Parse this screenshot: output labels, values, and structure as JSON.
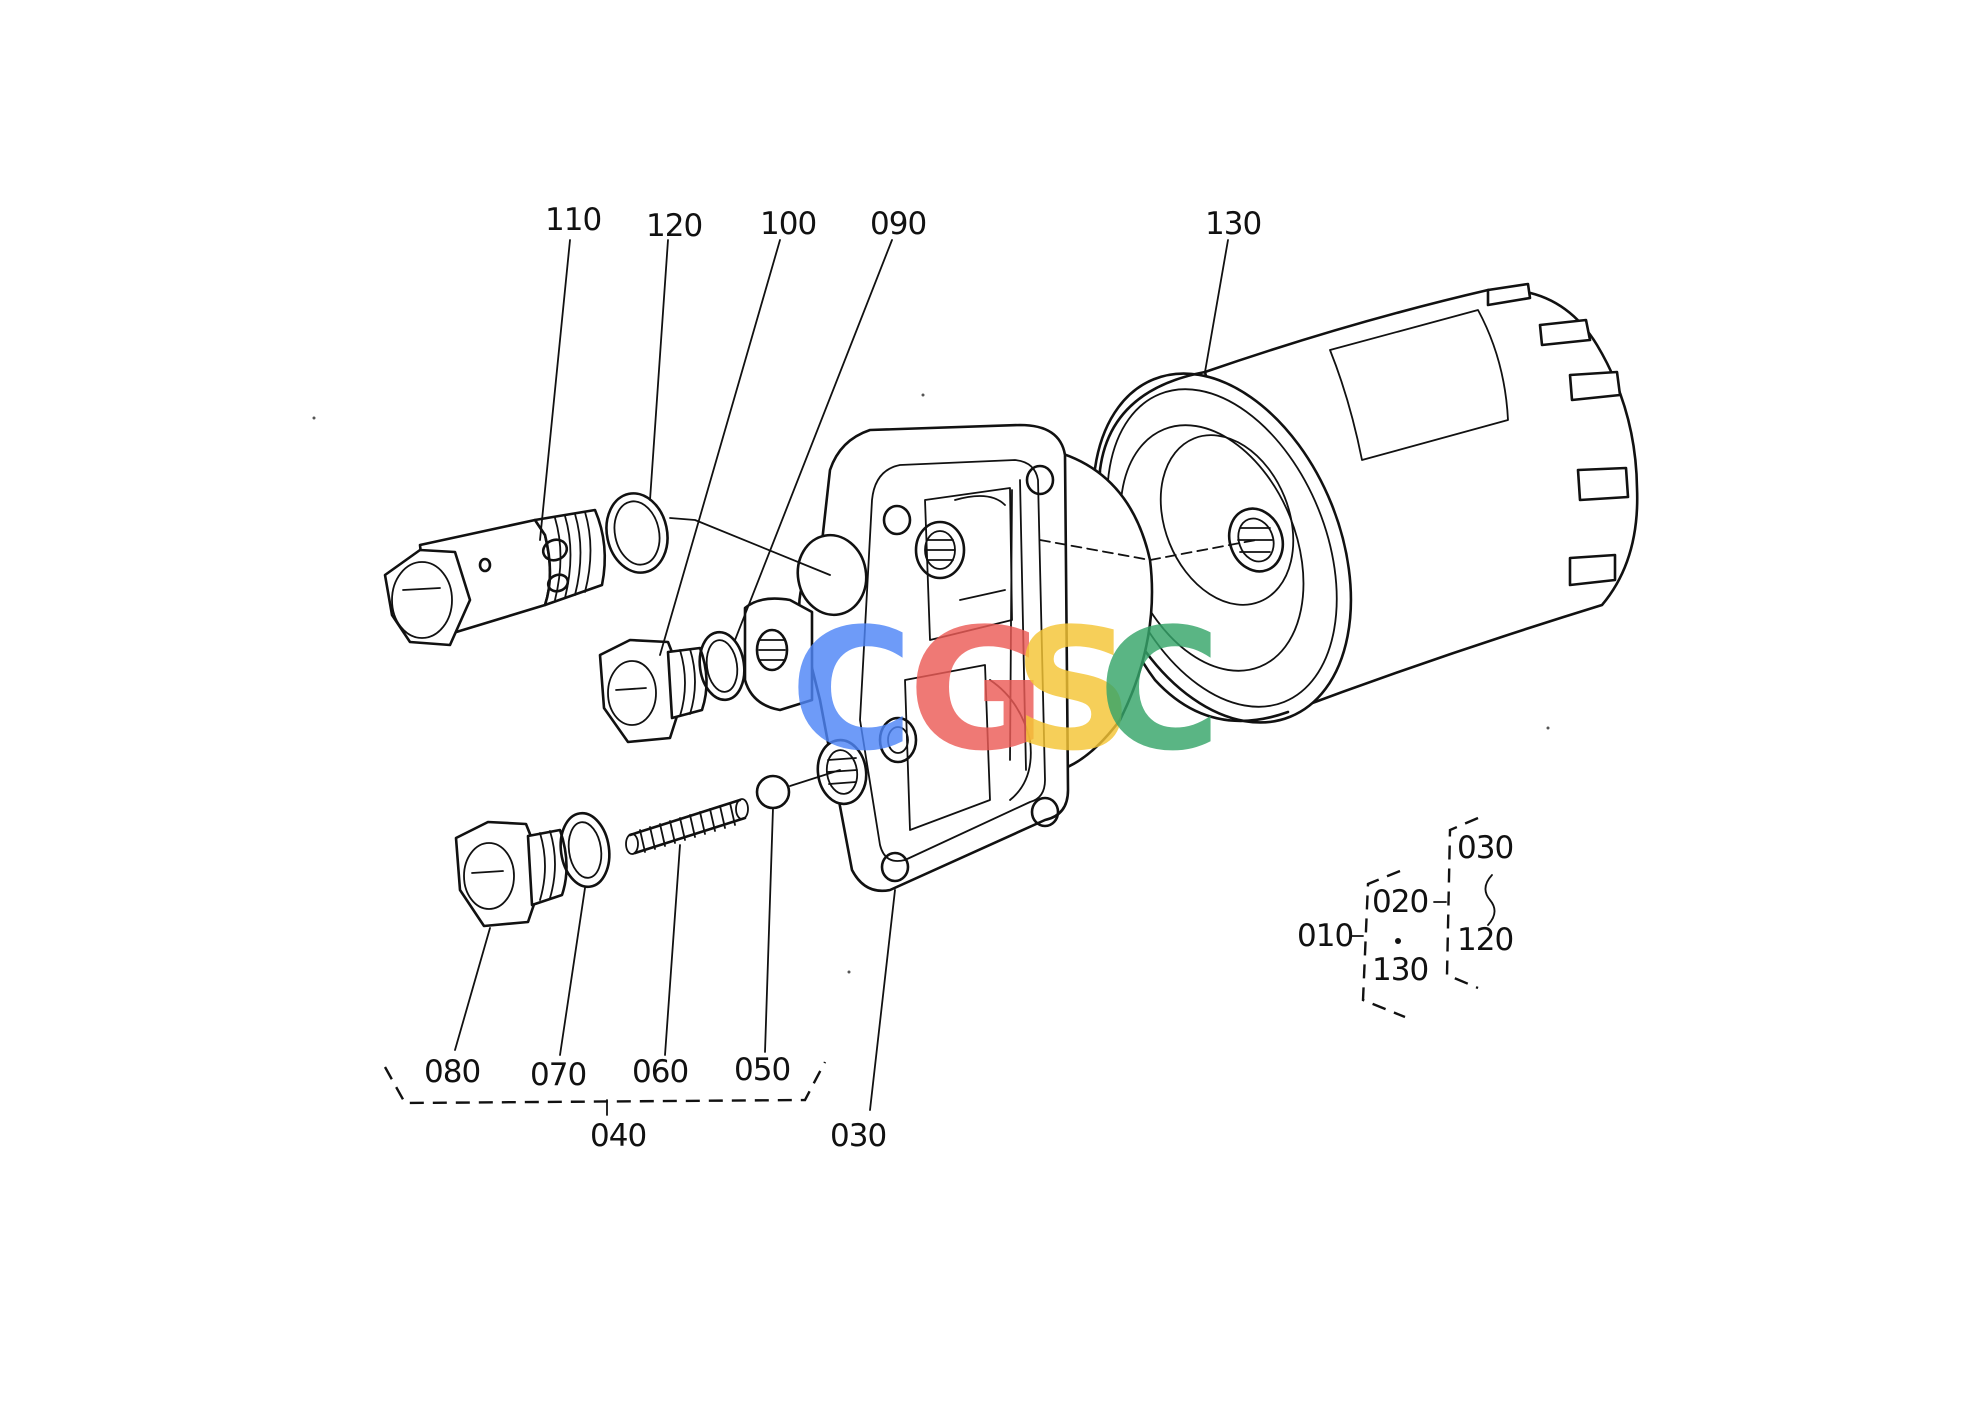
{
  "labels": {
    "p110": "110",
    "p120": "120",
    "p100": "100",
    "p090": "090",
    "p130": "130",
    "p080": "080",
    "p070": "070",
    "p060": "060",
    "p050": "050",
    "p040": "040",
    "p030": "030"
  },
  "tree": {
    "root": "010",
    "mid_top": "020",
    "mid_bottom": "130",
    "right_top": "030",
    "right_bottom": "120"
  },
  "watermark": {
    "c1": "C",
    "g": "G",
    "s": "S",
    "c2": "C",
    "colors": [
      "#4f86f7",
      "#ec5c57",
      "#f5c535",
      "#36a56a"
    ]
  }
}
